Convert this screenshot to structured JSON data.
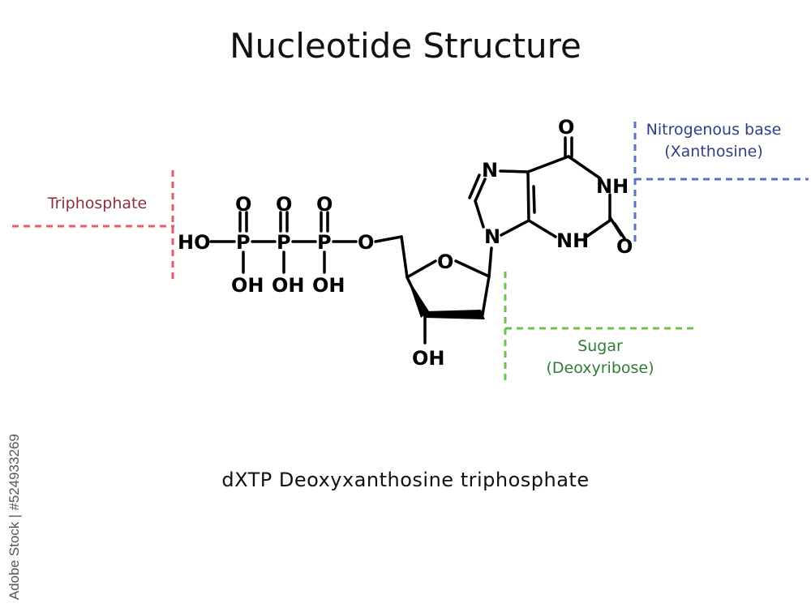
{
  "title": "Nucleotide Structure",
  "caption": "dXTP Deoxyxanthosine triphosphate",
  "watermark": "Adobe Stock | #524933269",
  "labels": {
    "triphosphate": "Triphosphate",
    "base_line1": "Nitrogenous base",
    "base_line2": "(Xanthosine)",
    "sugar_line1": "Sugar",
    "sugar_line2": "(Deoxyribose)"
  },
  "atoms": {
    "ho": "HO",
    "p": "P",
    "o": "O",
    "oh": "OH",
    "n": "N",
    "nh": "NH"
  },
  "colors": {
    "triphosphate": "#e8596a",
    "base": "#5b73c4",
    "sugar": "#6cc04f",
    "bond": "#000000"
  }
}
